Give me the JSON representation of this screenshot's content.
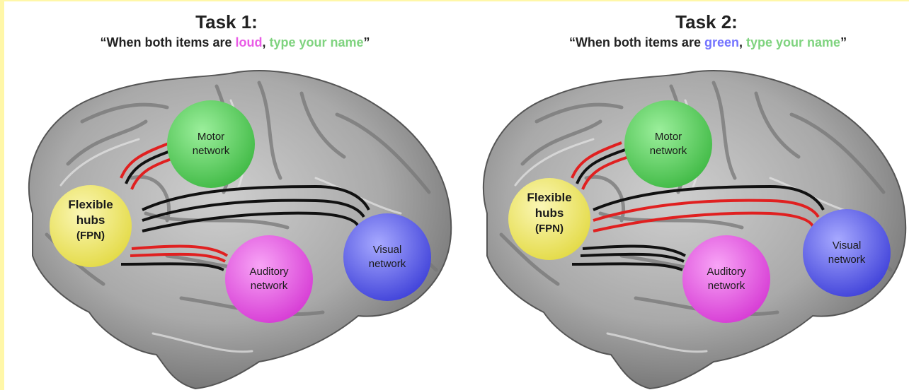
{
  "colors": {
    "accent_magenta": "#e95be6",
    "accent_green": "#7fd37f",
    "accent_blue": "#7373ff",
    "motor_fill": "#58c95a",
    "visual_fill": "#5a5df0",
    "auditory_fill": "#e44fe3",
    "hub_fill": "#f0ea6a",
    "line_red": "#e02020",
    "line_black": "#111111",
    "page_border": "#fff7a8"
  },
  "tasks": [
    {
      "title": "Task 1:",
      "instruction": {
        "open": "“When both items are ",
        "keyword": "loud",
        "comma": ", ",
        "action": "type your name",
        "close": "”"
      },
      "nodes": {
        "motor": "Motor network",
        "hub": "Flexible hubs (FPN)",
        "auditory": "Auditory network",
        "visual": "Visual network"
      },
      "active_connections": [
        "motor",
        "auditory"
      ]
    },
    {
      "title": "Task 2:",
      "instruction": {
        "open": "“When both items are ",
        "keyword": "green",
        "comma": ", ",
        "action": "type your name",
        "close": "”"
      },
      "nodes": {
        "motor": "Motor network",
        "hub": "Flexible hubs (FPN)",
        "auditory": "Auditory network",
        "visual": "Visual network"
      },
      "active_connections": [
        "motor",
        "visual"
      ]
    }
  ],
  "node_labels": {
    "motor": [
      "Motor",
      "network"
    ],
    "hub": [
      "Flexible",
      "hubs",
      "(FPN)"
    ],
    "auditory": [
      "Auditory",
      "network"
    ],
    "visual": [
      "Visual",
      "network"
    ]
  }
}
